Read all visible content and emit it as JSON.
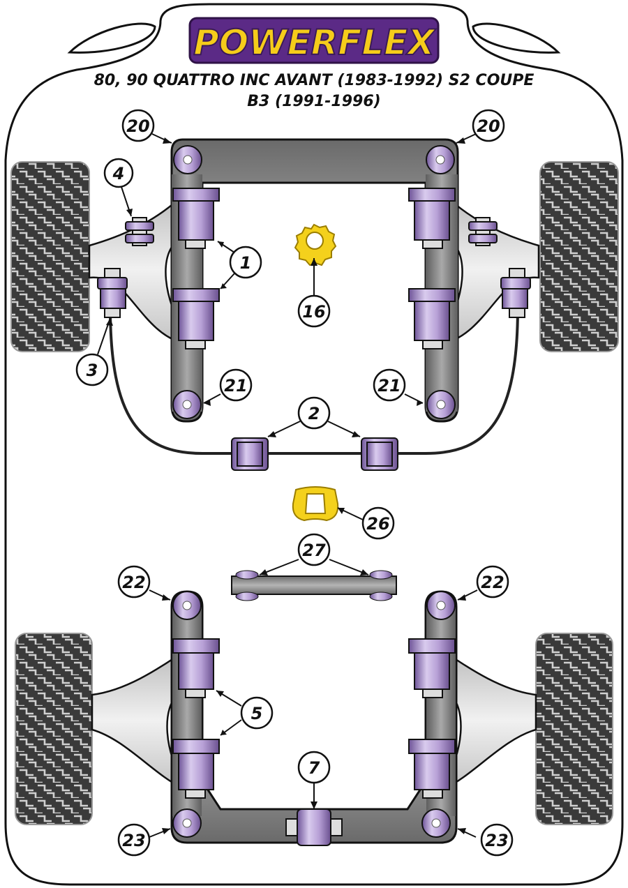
{
  "brand": {
    "logo_text": "POWERFLEX",
    "logo_bg": "#5b2a86",
    "logo_fill": "#f5cc1a"
  },
  "title": {
    "line1": "80, 90 QUATTRO INC AVANT (1983-1992) S2 COUPE",
    "line2": "B3 (1991-1996)"
  },
  "colors": {
    "bushing_purple": "#b9a2d8",
    "bushing_purple_dark": "#7d62a6",
    "subframe_grey": "#8f8f8f",
    "arm_grey": "#d9d9d9",
    "bush_yellow": "#f4d11c",
    "tyre_dark": "#333333"
  },
  "labels": {
    "l20": "20",
    "l4": "4",
    "l1": "1",
    "l16": "16",
    "l3": "3",
    "l21": "21",
    "l2": "2",
    "l26": "26",
    "l27": "27",
    "l22": "22",
    "l5": "5",
    "l7": "7",
    "l23": "23"
  }
}
